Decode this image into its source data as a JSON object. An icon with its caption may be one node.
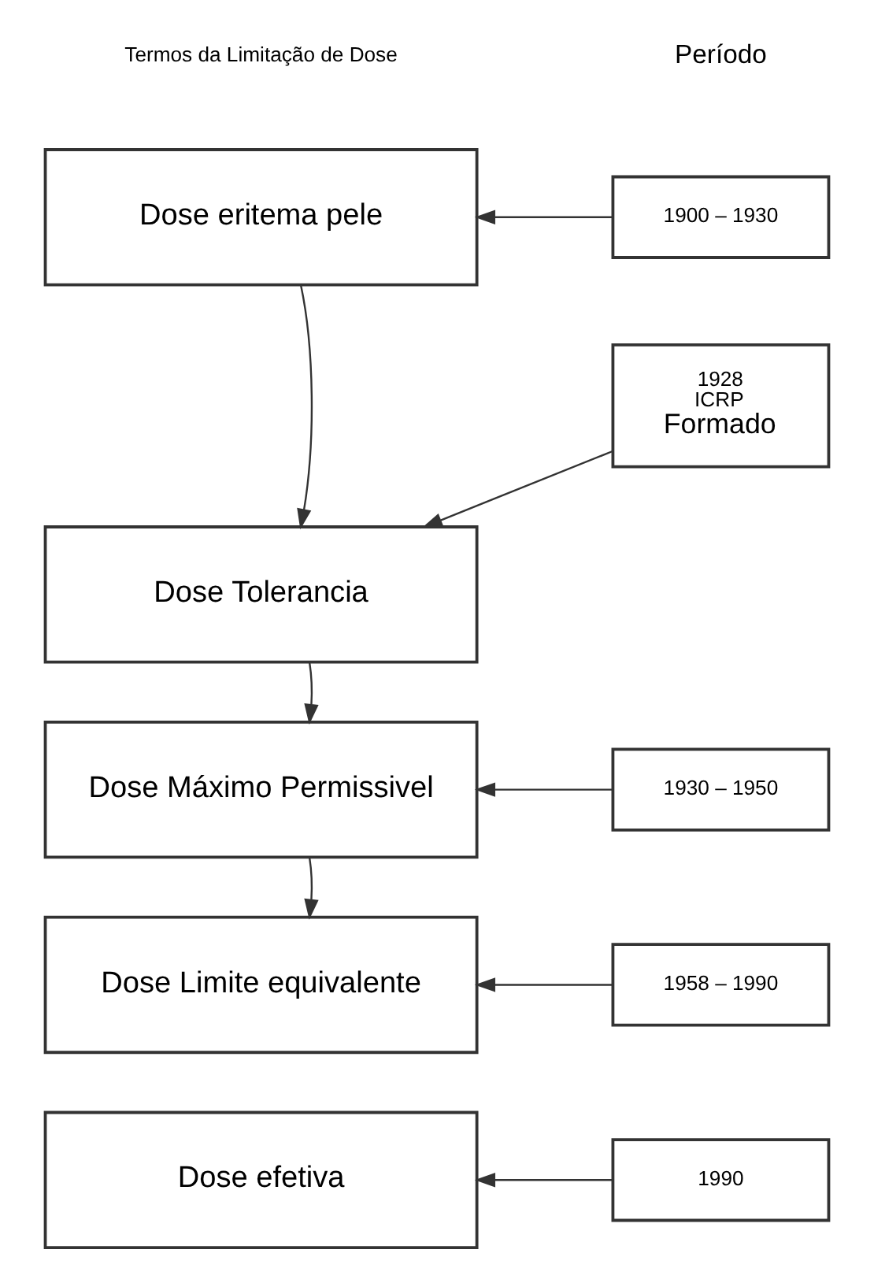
{
  "diagram": {
    "nodes": [
      {
        "text": [
          "1900 – 1930"
        ]
      },
      {
        "text": [
          "Dose eritema pele"
        ]
      },
      {
        "text": [
          "1928",
          "ICRP",
          "Formado"
        ]
      },
      {
        "text": [
          "Dose Tolerancia"
        ]
      },
      {
        "text": [
          "1930 – 1950"
        ]
      },
      {
        "text": [
          "Dose Máximo Permissivel"
        ]
      },
      {
        "text": [
          "1958 – 1990"
        ]
      },
      {
        "text": [
          "Dose Limite equivalente"
        ]
      },
      {
        "text": [
          "1990"
        ]
      },
      {
        "text": [
          "Dose efetiva"
        ]
      }
    ],
    "edges": [
      {
        "from": 0,
        "to": 1,
        "arrow": "to"
      },
      {
        "from": 1,
        "to": 3,
        "arrow": "to"
      },
      {
        "from": 2,
        "to": 3,
        "arrow": "to"
      },
      {
        "from": 3,
        "to": 5,
        "arrow": "to"
      },
      {
        "from": 4,
        "to": 5,
        "arrow": "to"
      },
      {
        "from": 5,
        "to": 7,
        "arrow": "to"
      },
      {
        "from": 6,
        "to": 7,
        "arrow": "to"
      },
      {
        "from": 8,
        "to": 9,
        "arrow": "to"
      }
    ],
    "labels": [
      "Período",
      "Termos da Limitação de Dose"
    ]
  }
}
